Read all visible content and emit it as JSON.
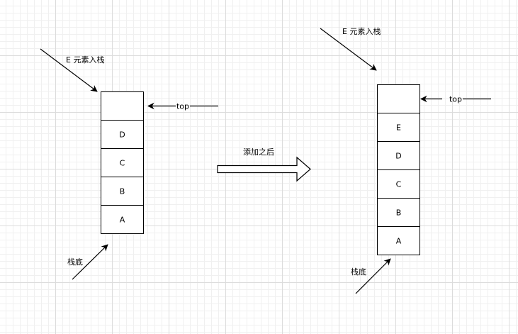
{
  "left_stack": {
    "push_label": "E 元素入栈",
    "top_label": "top",
    "bottom_label": "栈底",
    "cells": [
      "",
      "D",
      "C",
      "B",
      "A"
    ]
  },
  "transition": {
    "label": "添加之后"
  },
  "right_stack": {
    "push_label": "E 元素入栈",
    "top_label": "top",
    "bottom_label": "栈底",
    "cells": [
      "",
      "E",
      "D",
      "C",
      "B",
      "A"
    ]
  },
  "colors": {
    "stroke": "#000000",
    "cell_fill": "#ffffff",
    "grid": "#dcdcdc"
  }
}
